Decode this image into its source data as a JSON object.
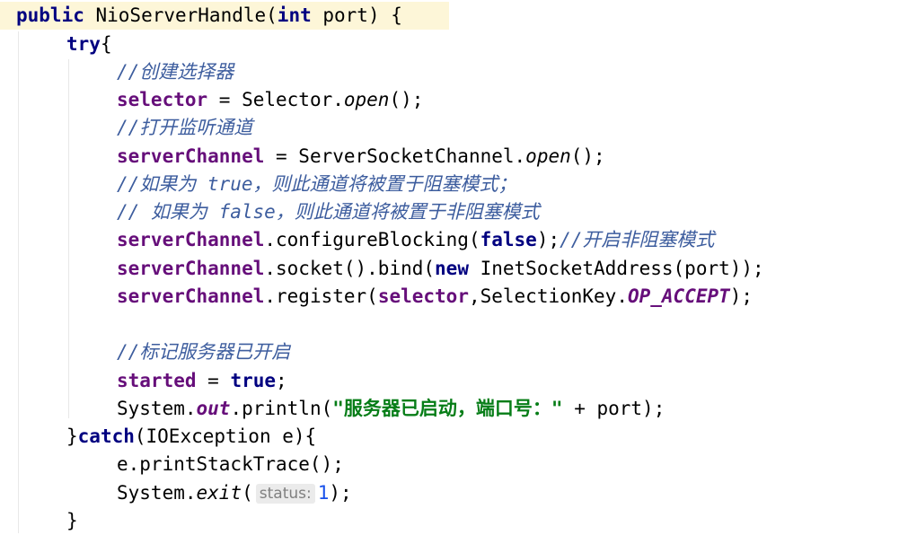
{
  "code": {
    "l1": {
      "kw": "public",
      "sig": " NioServerHandle(",
      "kw2": "int",
      "rest": " port) {"
    },
    "l2": {
      "kw": "try",
      "rest": "{"
    },
    "l3": {
      "comment": "//创建选择器"
    },
    "l4": {
      "field": "selector",
      "a": " = Selector.",
      "method": "open",
      "b": "();"
    },
    "l5": {
      "comment": "//打开监听通道"
    },
    "l6": {
      "field": "serverChannel",
      "a": " = ServerSocketChannel.",
      "method": "open",
      "b": "();"
    },
    "l7": {
      "comment": "//如果为 true，则此通道将被置于阻塞模式；"
    },
    "l8": {
      "comment": "// 如果为 false，则此通道将被置于非阻塞模式"
    },
    "l9": {
      "field": "serverChannel",
      "a": ".configureBlocking(",
      "kw": "false",
      "b": ");",
      "comment": "//开启非阻塞模式"
    },
    "l10": {
      "field": "serverChannel",
      "a": ".socket().bind(",
      "kw": "new",
      "b": " InetSocketAddress(port));"
    },
    "l11": {
      "field": "serverChannel",
      "a": ".register(",
      "field2": "selector",
      "b": ",SelectionKey.",
      "const": "OP_ACCEPT",
      "c": ");"
    },
    "l13": {
      "comment": "//标记服务器已开启"
    },
    "l14": {
      "field": "started",
      "a": " = ",
      "kw": "true",
      "b": ";"
    },
    "l15": {
      "a": "System.",
      "sfield": "out",
      "b": ".println(",
      "str": "\"服务器已启动，端口号：\"",
      "c": " + port);"
    },
    "l16": {
      "a": "}",
      "kw": "catch",
      "b": "(IOException e){"
    },
    "l17": {
      "a": "e.printStackTrace();"
    },
    "l18": {
      "a": "System.",
      "method": "exit",
      "b": "(",
      "hint": "status:",
      "num": "1",
      "c": ");"
    },
    "l19": {
      "a": "}"
    }
  }
}
